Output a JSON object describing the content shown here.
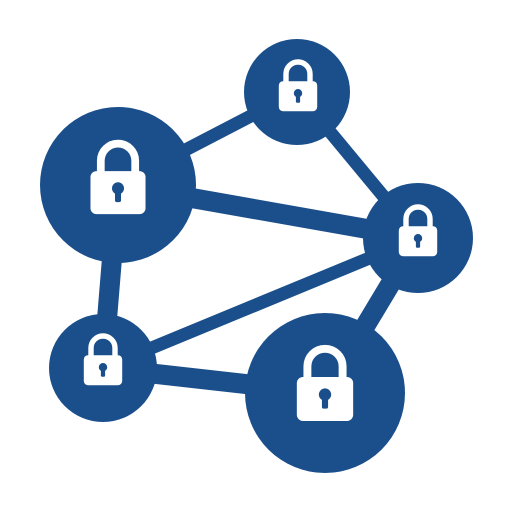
{
  "icon": {
    "name": "secure-network-icon",
    "description_name": "lock-network",
    "colors": {
      "primary": "#1b4f8b",
      "lock": "#ffffff",
      "background": "#ffffff"
    },
    "node_icon": "padlock-icon",
    "node_count": 5,
    "link_count": 7
  }
}
